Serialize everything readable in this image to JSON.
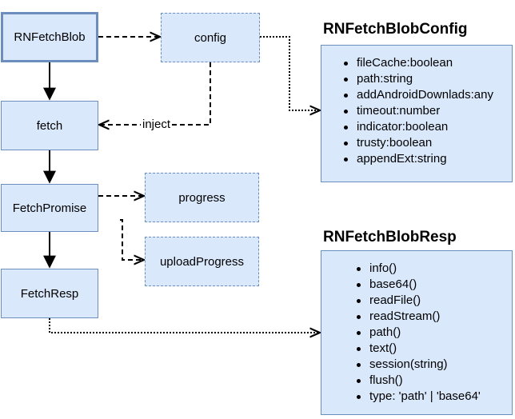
{
  "nodes": {
    "rnfetchblob": "RNFetchBlob",
    "config": "config",
    "fetch": "fetch",
    "fetchpromise": "FetchPromise",
    "progress": "progress",
    "uploadprogress": "uploadProgress",
    "fetchresp": "FetchResp"
  },
  "edges": {
    "inject_label": "inject"
  },
  "config_panel": {
    "title": "RNFetchBlobConfig",
    "items": [
      "fileCache:boolean",
      "path:string",
      "addAndroidDownlads:any",
      "timeout:number",
      "indicator:boolean",
      "trusty:boolean",
      "appendExt:string"
    ]
  },
  "resp_panel": {
    "title": "RNFetchBlobResp",
    "items": [
      "info()",
      "base64()",
      "readFile()",
      "readStream()",
      "path()",
      "text()",
      "session(string)",
      "flush()",
      "type: 'path' | 'base64'"
    ]
  },
  "colors": {
    "fill": "#dae8fc",
    "stroke": "#6c8ebf",
    "line": "#000000"
  }
}
